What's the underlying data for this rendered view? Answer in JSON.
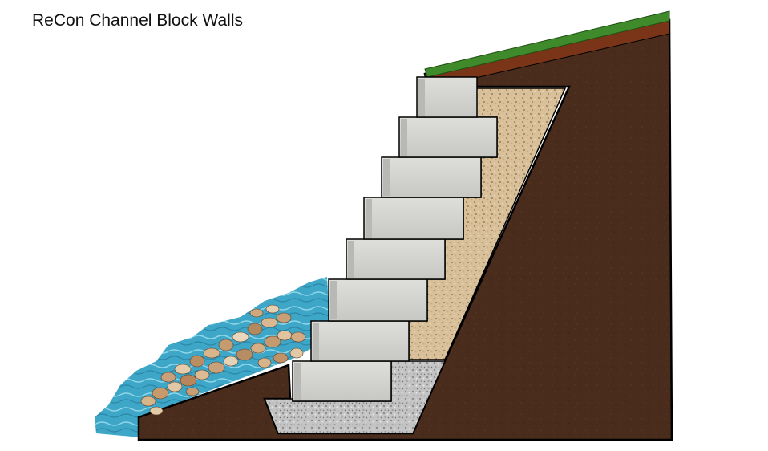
{
  "title": "ReCon Channel Block Walls",
  "colors": {
    "soil": "#4a2c1c",
    "soil_cut": "#5a3422",
    "topsoil": "#7a3518",
    "grass": "#3f8a2a",
    "gravel": "#d9c39a",
    "base_stone": "#bdbdbd",
    "block": "#d3d3d0",
    "water": "#3fa9c8",
    "riprap": "#c9a57f",
    "outline": "#000000"
  },
  "components": [
    "water",
    "riprap-stones",
    "concrete-blocks",
    "drainage-gravel",
    "base-stone",
    "retained-soil",
    "topsoil",
    "grass"
  ],
  "block_count": 8
}
